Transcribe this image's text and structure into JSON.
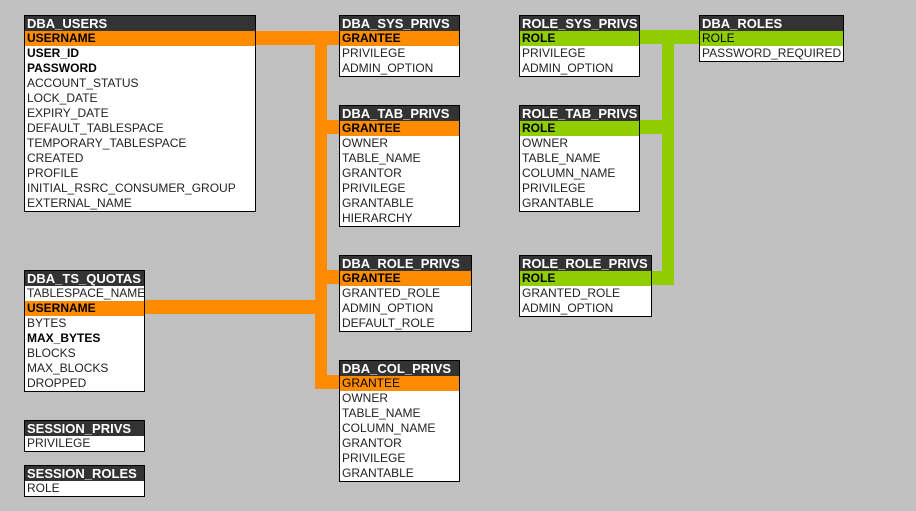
{
  "colors": {
    "background": "#c0c0c0",
    "title_bg": "#333333",
    "orange": "#ff8c00",
    "green": "#8fcc00"
  },
  "tables": [
    {
      "id": "dba-users",
      "title": "DBA_USERS",
      "columns": [
        {
          "name": "USERNAME",
          "bold": true,
          "highlight": "orange"
        },
        {
          "name": "USER_ID",
          "bold": true
        },
        {
          "name": "PASSWORD",
          "bold": true
        },
        {
          "name": "ACCOUNT_STATUS"
        },
        {
          "name": "LOCK_DATE"
        },
        {
          "name": "EXPIRY_DATE"
        },
        {
          "name": "DEFAULT_TABLESPACE"
        },
        {
          "name": "TEMPORARY_TABLESPACE"
        },
        {
          "name": "CREATED"
        },
        {
          "name": "PROFILE"
        },
        {
          "name": "INITIAL_RSRC_CONSUMER_GROUP"
        },
        {
          "name": "EXTERNAL_NAME"
        }
      ]
    },
    {
      "id": "dba-ts-quotas",
      "title": "DBA_TS_QUOTAS",
      "columns": [
        {
          "name": "TABLESPACE_NAME"
        },
        {
          "name": "USERNAME",
          "bold": true,
          "highlight": "orange"
        },
        {
          "name": "BYTES"
        },
        {
          "name": "MAX_BYTES",
          "bold": true
        },
        {
          "name": "BLOCKS"
        },
        {
          "name": "MAX_BLOCKS"
        },
        {
          "name": "DROPPED"
        }
      ]
    },
    {
      "id": "session-privs",
      "title": "SESSION_PRIVS",
      "columns": [
        {
          "name": "PRIVILEGE"
        }
      ]
    },
    {
      "id": "session-roles",
      "title": "SESSION_ROLES",
      "columns": [
        {
          "name": "ROLE"
        }
      ]
    },
    {
      "id": "dba-sys-privs",
      "title": "DBA_SYS_PRIVS",
      "columns": [
        {
          "name": "GRANTEE",
          "bold": true,
          "highlight": "orange"
        },
        {
          "name": "PRIVILEGE"
        },
        {
          "name": "ADMIN_OPTION"
        }
      ]
    },
    {
      "id": "dba-tab-privs",
      "title": "DBA_TAB_PRIVS",
      "columns": [
        {
          "name": "GRANTEE",
          "bold": true,
          "highlight": "orange"
        },
        {
          "name": "OWNER"
        },
        {
          "name": "TABLE_NAME"
        },
        {
          "name": "GRANTOR"
        },
        {
          "name": "PRIVILEGE"
        },
        {
          "name": "GRANTABLE"
        },
        {
          "name": "HIERARCHY"
        }
      ]
    },
    {
      "id": "dba-role-privs",
      "title": "DBA_ROLE_PRIVS",
      "columns": [
        {
          "name": "GRANTEE",
          "bold": true,
          "highlight": "orange"
        },
        {
          "name": "GRANTED_ROLE"
        },
        {
          "name": "ADMIN_OPTION"
        },
        {
          "name": "DEFAULT_ROLE"
        }
      ]
    },
    {
      "id": "dba-col-privs",
      "title": "DBA_COL_PRIVS",
      "columns": [
        {
          "name": "GRANTEE",
          "highlight": "orange"
        },
        {
          "name": "OWNER"
        },
        {
          "name": "TABLE_NAME"
        },
        {
          "name": "COLUMN_NAME"
        },
        {
          "name": "GRANTOR"
        },
        {
          "name": "PRIVILEGE"
        },
        {
          "name": "GRANTABLE"
        }
      ]
    },
    {
      "id": "role-sys-privs",
      "title": "ROLE_SYS_PRIVS",
      "columns": [
        {
          "name": "ROLE",
          "bold": true,
          "highlight": "green"
        },
        {
          "name": "PRIVILEGE"
        },
        {
          "name": "ADMIN_OPTION"
        }
      ]
    },
    {
      "id": "role-tab-privs",
      "title": "ROLE_TAB_PRIVS",
      "columns": [
        {
          "name": "ROLE",
          "bold": true,
          "highlight": "green"
        },
        {
          "name": "OWNER"
        },
        {
          "name": "TABLE_NAME"
        },
        {
          "name": "COLUMN_NAME"
        },
        {
          "name": "PRIVILEGE"
        },
        {
          "name": "GRANTABLE"
        }
      ]
    },
    {
      "id": "role-role-privs",
      "title": "ROLE_ROLE_PRIVS",
      "columns": [
        {
          "name": "ROLE",
          "bold": true,
          "highlight": "green"
        },
        {
          "name": "GRANTED_ROLE"
        },
        {
          "name": "ADMIN_OPTION"
        }
      ]
    },
    {
      "id": "dba-roles",
      "title": "DBA_ROLES",
      "columns": [
        {
          "name": "ROLE",
          "highlight": "green"
        },
        {
          "name": "PASSWORD_REQUIRED"
        }
      ]
    }
  ]
}
